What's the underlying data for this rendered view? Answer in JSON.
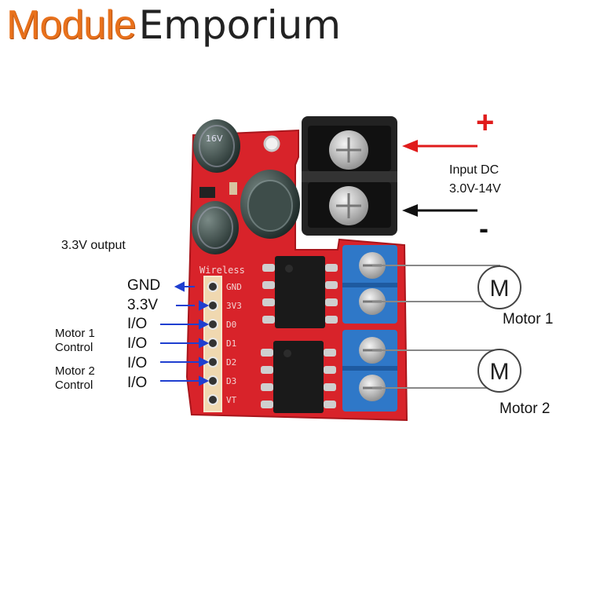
{
  "brand": {
    "part1": "Module",
    "part2": "Emporium"
  },
  "labels": {
    "output_33": "3.3V output",
    "input_dc": "Input DC",
    "input_range": "3.0V-14V",
    "plus": "+",
    "minus": "-",
    "gnd": "GND",
    "v33": "3.3V",
    "io1": "I/O",
    "io2": "I/O",
    "io3": "I/O",
    "io4": "I/O",
    "motor1_control": "Motor 1\nControl",
    "motor2_control": "Motor 2\nControl",
    "motor1": "Motor 1",
    "motor2": "Motor 2",
    "motor_symbol": "M"
  },
  "silkscreen": {
    "title": "Wireless",
    "pins": [
      "GND",
      "3V3",
      "D0",
      "D1",
      "D2",
      "D3",
      "VT"
    ],
    "cap_text": "16V"
  },
  "colors": {
    "board": "#d8232a",
    "board_dark": "#a8161c",
    "terminal_blue": "#2f78c8",
    "arrow_blue": "#1f3fd0",
    "arrow_red": "#e01b1b"
  }
}
